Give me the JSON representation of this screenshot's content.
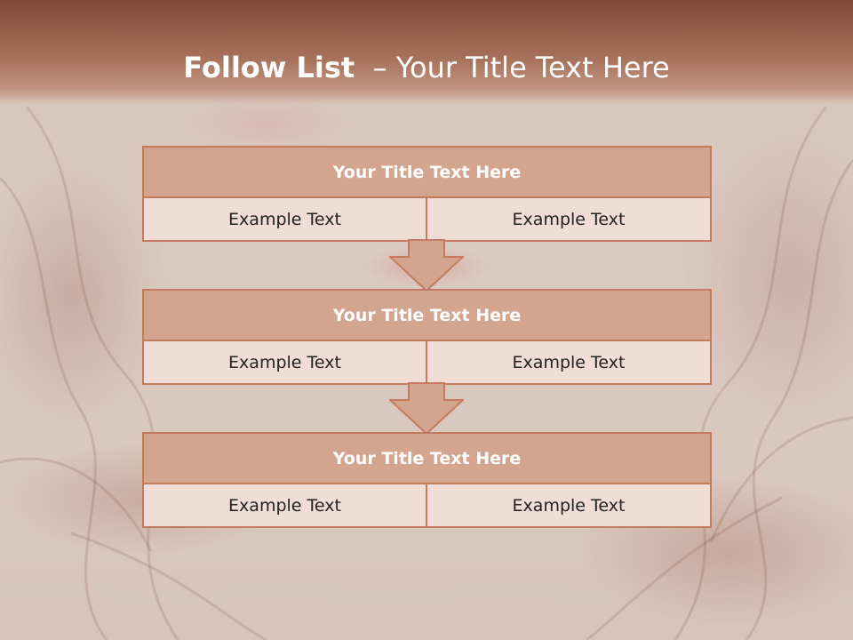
{
  "slide": {
    "title_bold": "Follow List",
    "title_rest": "– Your Title Text Here"
  },
  "blocks": [
    {
      "title": "Your Title Text Here",
      "left": "Example Text",
      "right": "Example Text"
    },
    {
      "title": "Your Title Text Here",
      "left": "Example Text",
      "right": "Example Text"
    },
    {
      "title": "Your Title Text Here",
      "left": "Example Text",
      "right": "Example Text"
    }
  ],
  "colors": {
    "header": "#8d5742",
    "block_title_fill": "#d4a58e",
    "cell_fill": "#efddd6",
    "border": "#c47a5d",
    "arrow_fill": "#d4a58e"
  }
}
